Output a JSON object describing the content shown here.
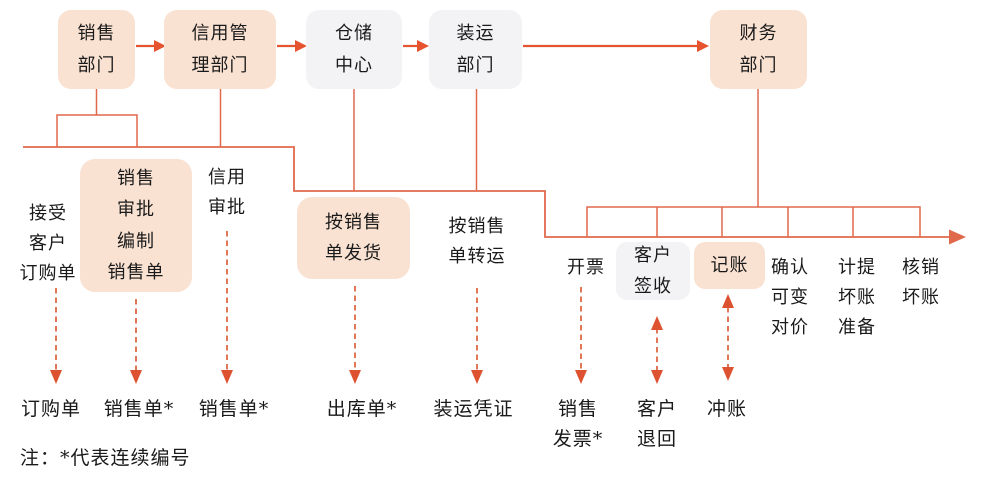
{
  "departments": [
    {
      "label": "销售\n部门"
    },
    {
      "label": "信用管\n理部门"
    },
    {
      "label": "仓储\n中心"
    },
    {
      "label": "装运\n部门"
    },
    {
      "label": "财务\n部门"
    }
  ],
  "activities": [
    {
      "label": "接受\n客户\n订购单"
    },
    {
      "label": "销售\n审批\n编制\n销售单"
    },
    {
      "label": "信用\n审批"
    },
    {
      "label": "按销售\n单发货"
    },
    {
      "label": "按销售\n单转运"
    },
    {
      "label": "开票"
    },
    {
      "label": "客户\n签收"
    },
    {
      "label": "记账"
    },
    {
      "label": "确认\n可变\n对价"
    },
    {
      "label": "计提\n坏账\n准备"
    },
    {
      "label": "核销\n坏账"
    }
  ],
  "documents": [
    {
      "label": "订购单"
    },
    {
      "label": "销售单*"
    },
    {
      "label": "销售单*"
    },
    {
      "label": "出库单*"
    },
    {
      "label": "装运凭证"
    },
    {
      "label": "销售\n发票*"
    },
    {
      "label": "客户\n退回"
    },
    {
      "label": "冲账"
    }
  ],
  "note": "注：*代表连续编号",
  "colors": {
    "flow_arrow_red": "#e5532f",
    "connector_coral": "#e0694c",
    "dashed_coral": "#dd6a45",
    "box_peach": "#f9e2d2",
    "box_gray": "#f3f3f5",
    "text": "#1a1a1a",
    "background": "#ffffff"
  }
}
